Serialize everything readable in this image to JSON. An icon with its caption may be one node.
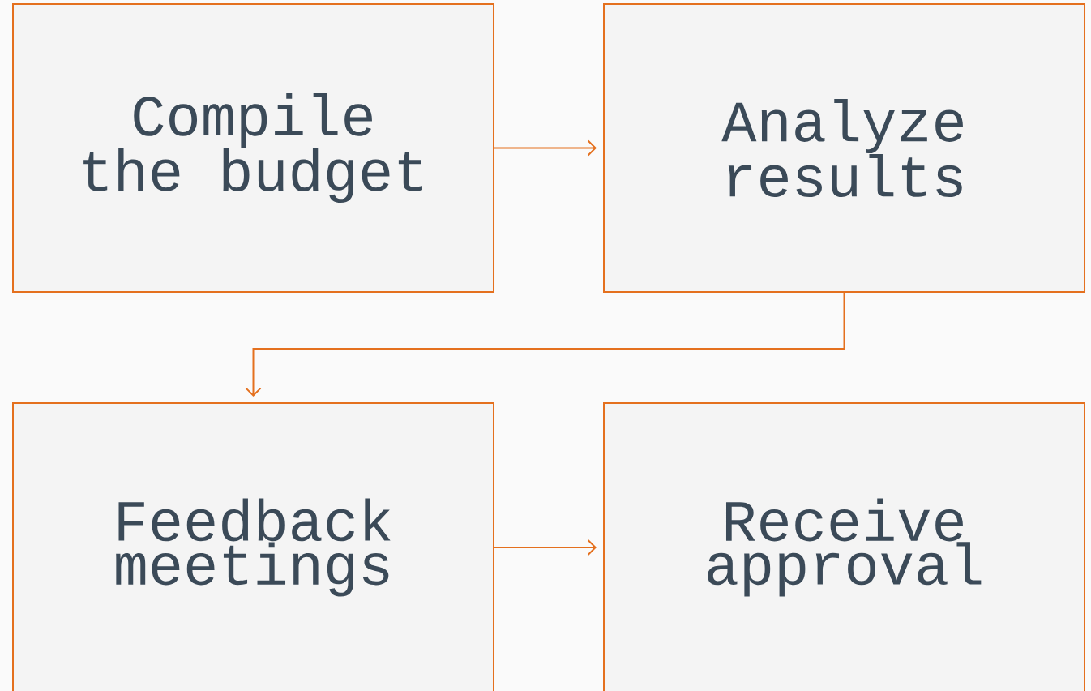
{
  "diagram": {
    "nodes": [
      {
        "text": [
          "Compile the budget"
        ]
      },
      {
        "text": [
          "Analyze results"
        ]
      },
      {
        "text": [
          "Feedback meetings"
        ]
      },
      {
        "text": [
          "Receive approval"
        ]
      }
    ],
    "edges": [
      {
        "from": 0,
        "to": 1,
        "arrow": "to"
      },
      {
        "from": 1,
        "to": 2,
        "arrow": "to"
      },
      {
        "from": 2,
        "to": 3,
        "arrow": "to"
      }
    ]
  }
}
